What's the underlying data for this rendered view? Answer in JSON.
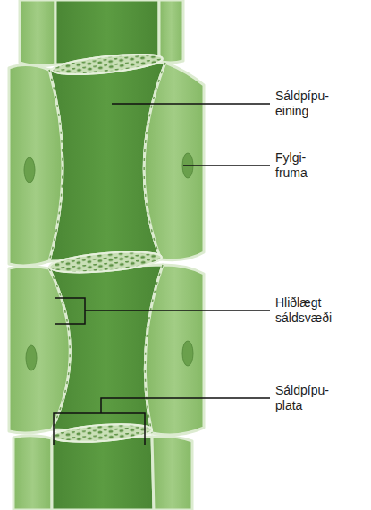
{
  "diagram": {
    "labels": [
      "Sáldpípu- eining",
      "Fylgi- fruma",
      "Hliðlægt sáldsvæði",
      "Sáldpípu- plata"
    ]
  }
}
